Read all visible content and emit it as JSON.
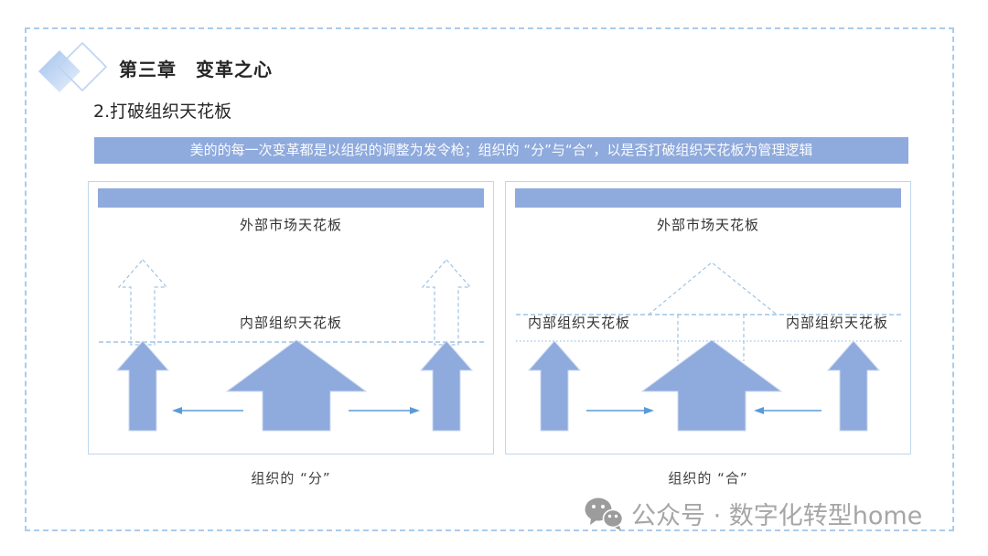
{
  "header": {
    "chapter_title": "第三章　变革之心",
    "section_title": "2.打破组织天花板"
  },
  "banner": {
    "text": "美的的每一次变革都是以组织的调整为发令枪；组织的 “分”与“合”，以是否打破组织天花板为管理逻辑"
  },
  "panels": [
    {
      "name": "organization-split",
      "external_label": "外部市场天花板",
      "internal_label": "内部组织天花板",
      "caption": "组织的 “分”"
    },
    {
      "name": "organization-merge",
      "external_label": "外部市场天花板",
      "internal_label_left": "内部组织天花板",
      "internal_label_right": "内部组织天花板",
      "caption": "组织的 “合”"
    }
  ],
  "watermark": {
    "icon": "wechat-icon",
    "text": "公众号 · 数字化转型home"
  },
  "colors": {
    "accent_blue": "#8FAADC",
    "dashed_blue": "#9DC3E6",
    "thin_arrow_blue": "#5B9BD5",
    "panel_border_blue": "#BDD7EE",
    "outer_border_blue": "#A9CCEB",
    "watermark_gray": "#A6A6A6"
  }
}
